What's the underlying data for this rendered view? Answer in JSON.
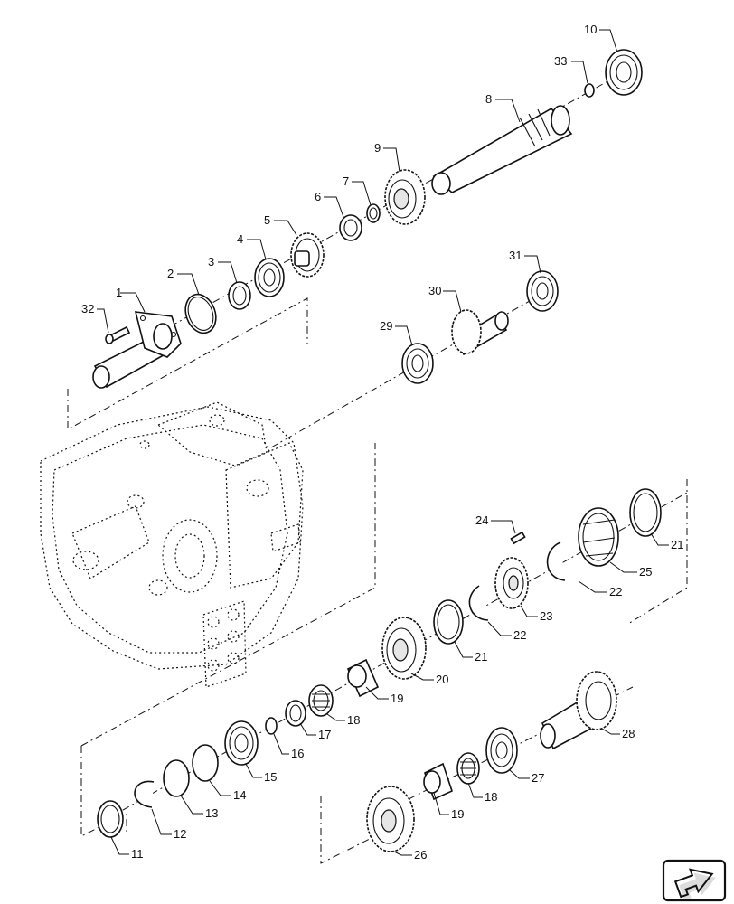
{
  "callouts": {
    "c1": "1",
    "c2": "2",
    "c3": "3",
    "c4": "4",
    "c5": "5",
    "c6": "6",
    "c7": "7",
    "c8": "8",
    "c9": "9",
    "c10": "10",
    "c11": "11",
    "c12": "12",
    "c13": "13",
    "c14": "14",
    "c15": "15",
    "c16": "16",
    "c17": "17",
    "c18a": "18",
    "c18b": "18",
    "c19a": "19",
    "c19b": "19",
    "c20": "20",
    "c21a": "21",
    "c21b": "21",
    "c22a": "22",
    "c22b": "22",
    "c23": "23",
    "c24": "24",
    "c25": "25",
    "c26": "26",
    "c27": "27",
    "c28": "28",
    "c29": "29",
    "c30": "30",
    "c31": "31",
    "c32": "32",
    "c33": "33"
  },
  "icons": {
    "navigation": "arrow-icon"
  }
}
